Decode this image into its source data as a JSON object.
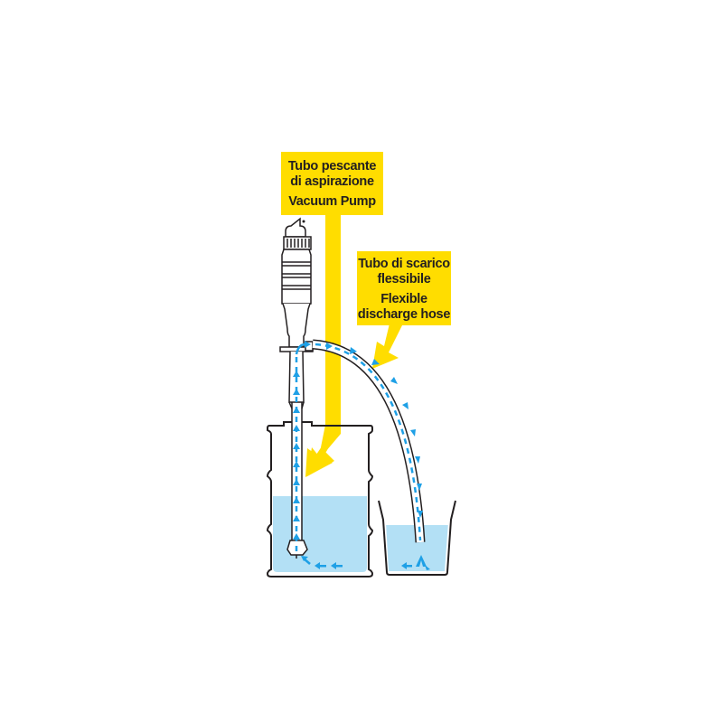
{
  "labels": {
    "suction_tube": {
      "italian_line1": "Tubo pescante",
      "italian_line2": "di aspirazione",
      "english": "Vacuum Pump"
    },
    "discharge_hose": {
      "italian_line1": "Tubo di scarico",
      "italian_line2": "flessibile",
      "english_line1": "Flexible",
      "english_line2": "discharge hose"
    }
  },
  "colors": {
    "label_yellow": "#ffdd00",
    "liquid_blue": "#b3e0f5",
    "flow_arrow_blue": "#1ea0e6",
    "outline": "#231f20"
  },
  "components": [
    "vacuum-pump",
    "suction-tube",
    "discharge-hose",
    "drum",
    "bucket"
  ]
}
